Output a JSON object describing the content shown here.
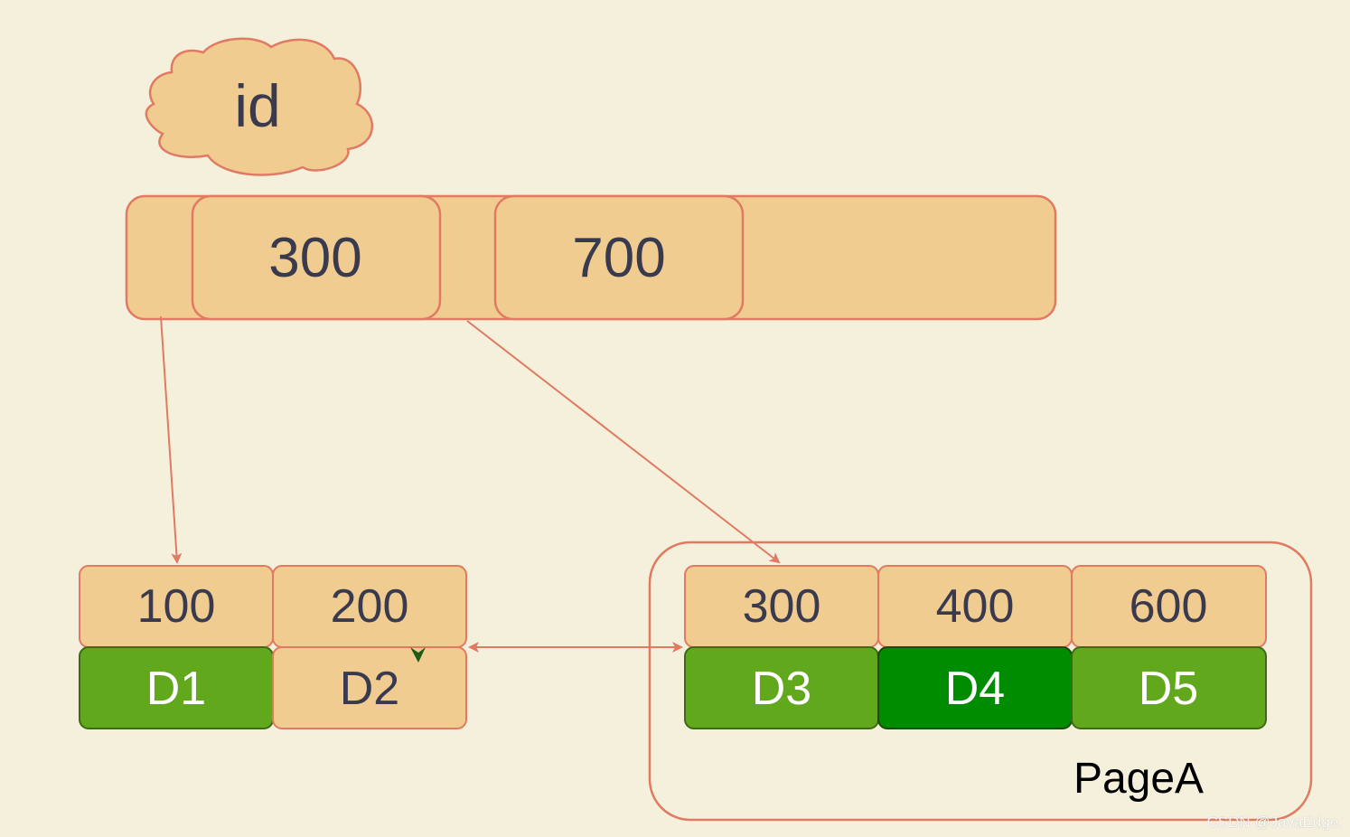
{
  "colors": {
    "background": "#f4f0dc",
    "key_fill": "#f0cc90",
    "stroke": "#e07a62",
    "data_green": "#62a81c",
    "data_dark_green": "#008c00",
    "data_border": "#3d6b15",
    "text_dark": "#393a4d",
    "text_white": "#ffffff",
    "dark_arrow": "#1f5b12"
  },
  "index": {
    "label": "id"
  },
  "root": {
    "keys": [
      "300",
      "700"
    ]
  },
  "leaf_left": {
    "keys": [
      "100",
      "200"
    ],
    "data": [
      "D1",
      "D2"
    ]
  },
  "leaf_right": {
    "page_label": "PageA",
    "keys": [
      "300",
      "400",
      "600"
    ],
    "data": [
      "D3",
      "D4",
      "D5"
    ]
  },
  "watermark": "CSDN @JavaEdge."
}
